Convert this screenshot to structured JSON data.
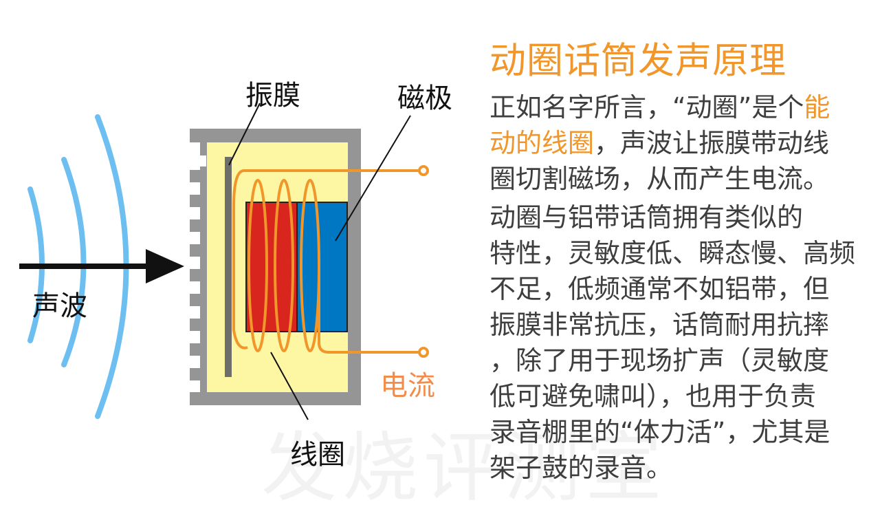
{
  "labels": {
    "diaphragm": "振膜",
    "magnet": "磁极",
    "sound_wave": "声波",
    "current": "电流",
    "coil": "线圈"
  },
  "title": "动圈话筒发声原理",
  "para1": {
    "l1a": "正如名字所言，“动圈”是个",
    "l1b": "能",
    "l2a": "动的线圈",
    "l2b": "，声波让振膜带动线",
    "l3": "圈切割磁场，从而产生电流。"
  },
  "para2": [
    "动圈与铝带话筒拥有类似的",
    "特性，灵敏度低、瞬态慢、高频",
    "不足，低频通常不如铝带，但",
    "振膜非常抗压，话筒耐用抗摔",
    "，除了用于现场扩声（灵敏度",
    "低可避免啸叫），也用于负责",
    "录音棚里的“体力活”，尤其是",
    "架子鼓的录音。"
  ],
  "watermark": "发烧评测室",
  "colors": {
    "accent": "#f0962a",
    "wave": "#6cbff0",
    "frame": "#959595",
    "fill": "#fdf6a2",
    "red": "#d8251e",
    "blue": "#0077c2"
  }
}
